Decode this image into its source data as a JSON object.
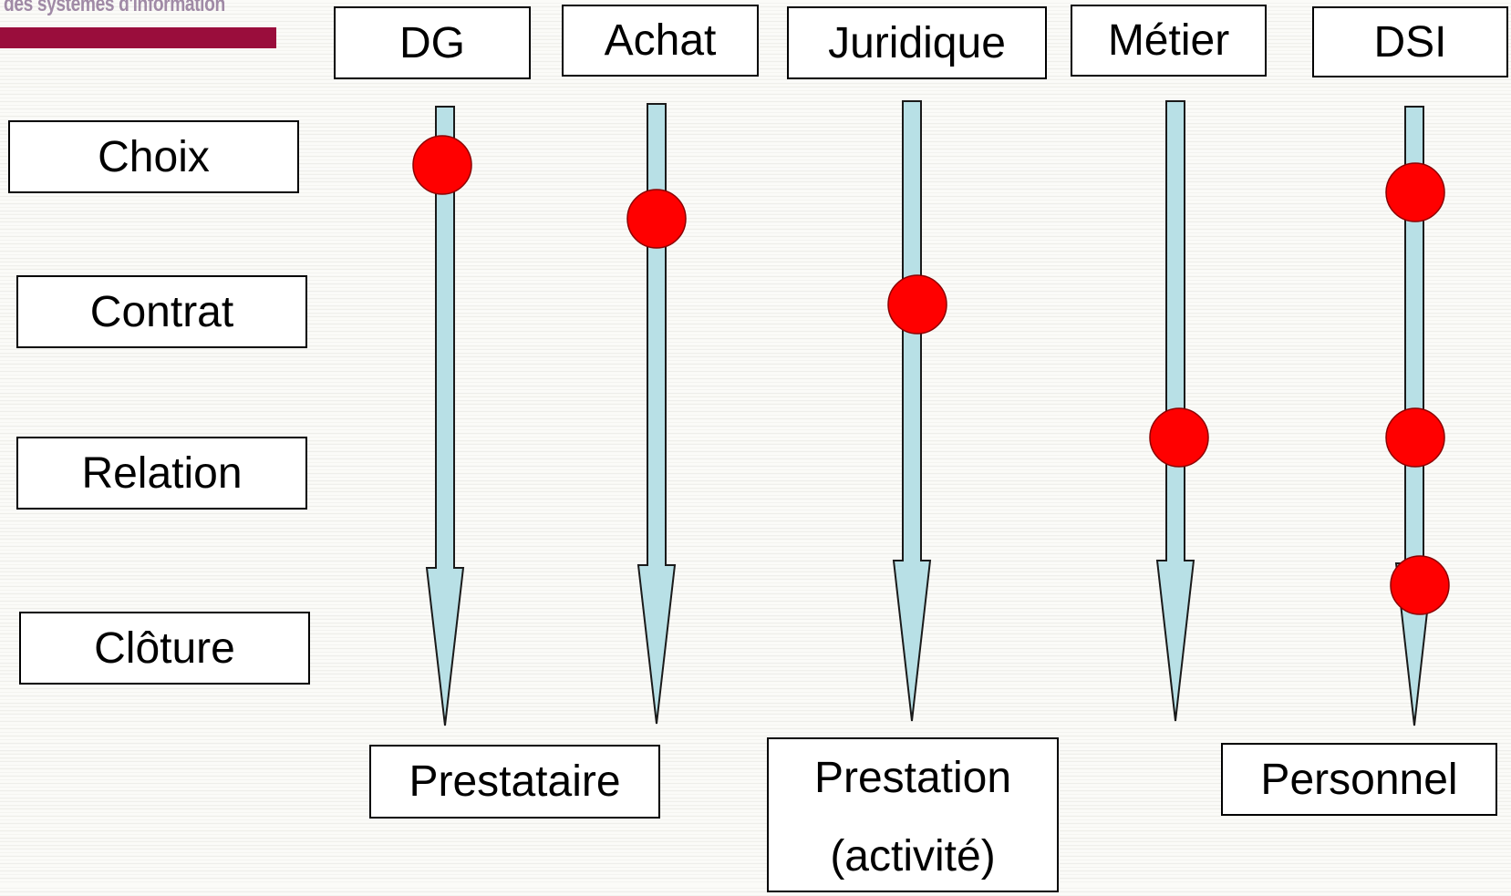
{
  "header": {
    "text": "des systèmes d'information",
    "bar_color": "#9a0d3c"
  },
  "columns": [
    {
      "label": "DG",
      "milestones": [
        "Choix"
      ]
    },
    {
      "label": "Achat",
      "milestones": [
        "Choix"
      ]
    },
    {
      "label": "Juridique",
      "milestones": [
        "Contrat"
      ]
    },
    {
      "label": "Métier",
      "milestones": [
        "Relation"
      ]
    },
    {
      "label": "DSI",
      "milestones": [
        "Choix",
        "Relation",
        "Clôture"
      ]
    }
  ],
  "phases": [
    {
      "label": "Choix"
    },
    {
      "label": "Contrat"
    },
    {
      "label": "Relation"
    },
    {
      "label": "Clôture"
    }
  ],
  "outcomes": [
    {
      "lines": [
        "Prestataire"
      ]
    },
    {
      "lines": [
        "Prestation",
        "(activité)"
      ]
    },
    {
      "lines": [
        "Personnel"
      ]
    }
  ],
  "colors": {
    "arrow_fill": "#b8e0e6",
    "arrow_stroke": "#1a1a1a",
    "marker_fill": "#ff0000",
    "marker_stroke": "#8b0000"
  }
}
